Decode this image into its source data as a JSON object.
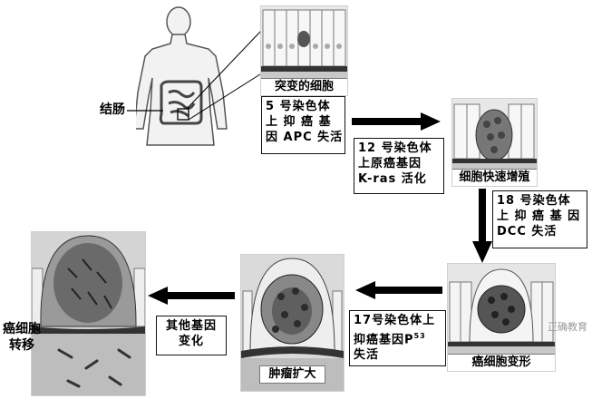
{
  "body_label": "结肠",
  "stages": {
    "mutant_cell": "突变的细胞",
    "rapid_proliferation": "细胞快速增殖",
    "cancer_deformation": "癌细胞变形",
    "tumor_enlargement": "肿瘤扩大",
    "metastasis_line1": "癌细胞",
    "metastasis_line2": "转移"
  },
  "steps": {
    "step1": [
      "5 号染色体",
      "上 抑 癌 基",
      "因 APC 失活"
    ],
    "step2": [
      "12 号染色体",
      "上原癌基因",
      "K-ras 活化"
    ],
    "step3": [
      "18 号染色体",
      "上 抑 癌 基 因",
      "DCC 失活"
    ],
    "step4_line1": "17号染色体上",
    "step4_line2_prefix": "抑癌基因P",
    "step4_line2_sup": "53",
    "step4_line3": "失活",
    "step5": [
      "其他基因",
      "变化"
    ]
  },
  "watermark": "正确教育"
}
